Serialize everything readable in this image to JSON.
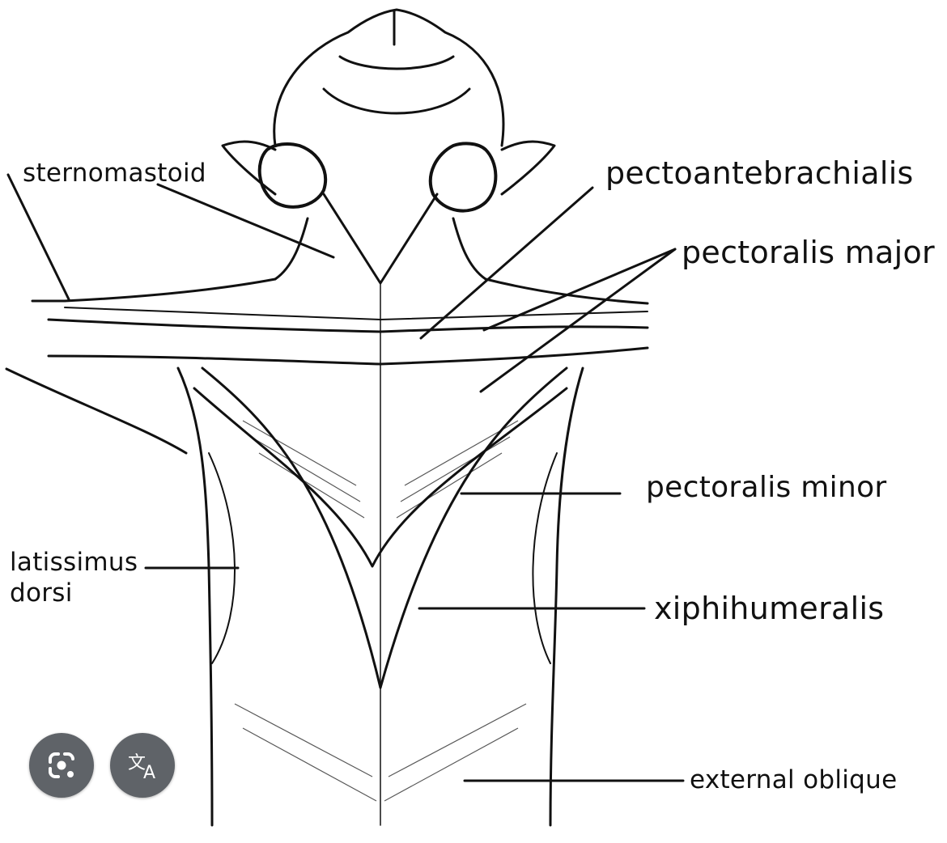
{
  "labels": {
    "sternomastoid": "sternomastoid",
    "pectoantebrachialis": "pectoantebrachialis",
    "pectoralis_major": "pectoralis  major",
    "pectoralis_minor": "pectoralis  minor",
    "latissimus_line1": "latissimus",
    "latissimus_line2": "dorsi",
    "xiphihumeralis": "xiphihumeralis",
    "external_oblique": "external  oblique"
  },
  "overlay_buttons": [
    {
      "name": "lens-camera",
      "icon": "lens-camera-icon"
    },
    {
      "name": "translate",
      "icon": "translate-icon",
      "glyph_left": "文",
      "glyph_right": "A"
    }
  ],
  "colors": {
    "ink": "#111111",
    "fab": "#5f6368",
    "fab_icon": "#ffffff"
  }
}
